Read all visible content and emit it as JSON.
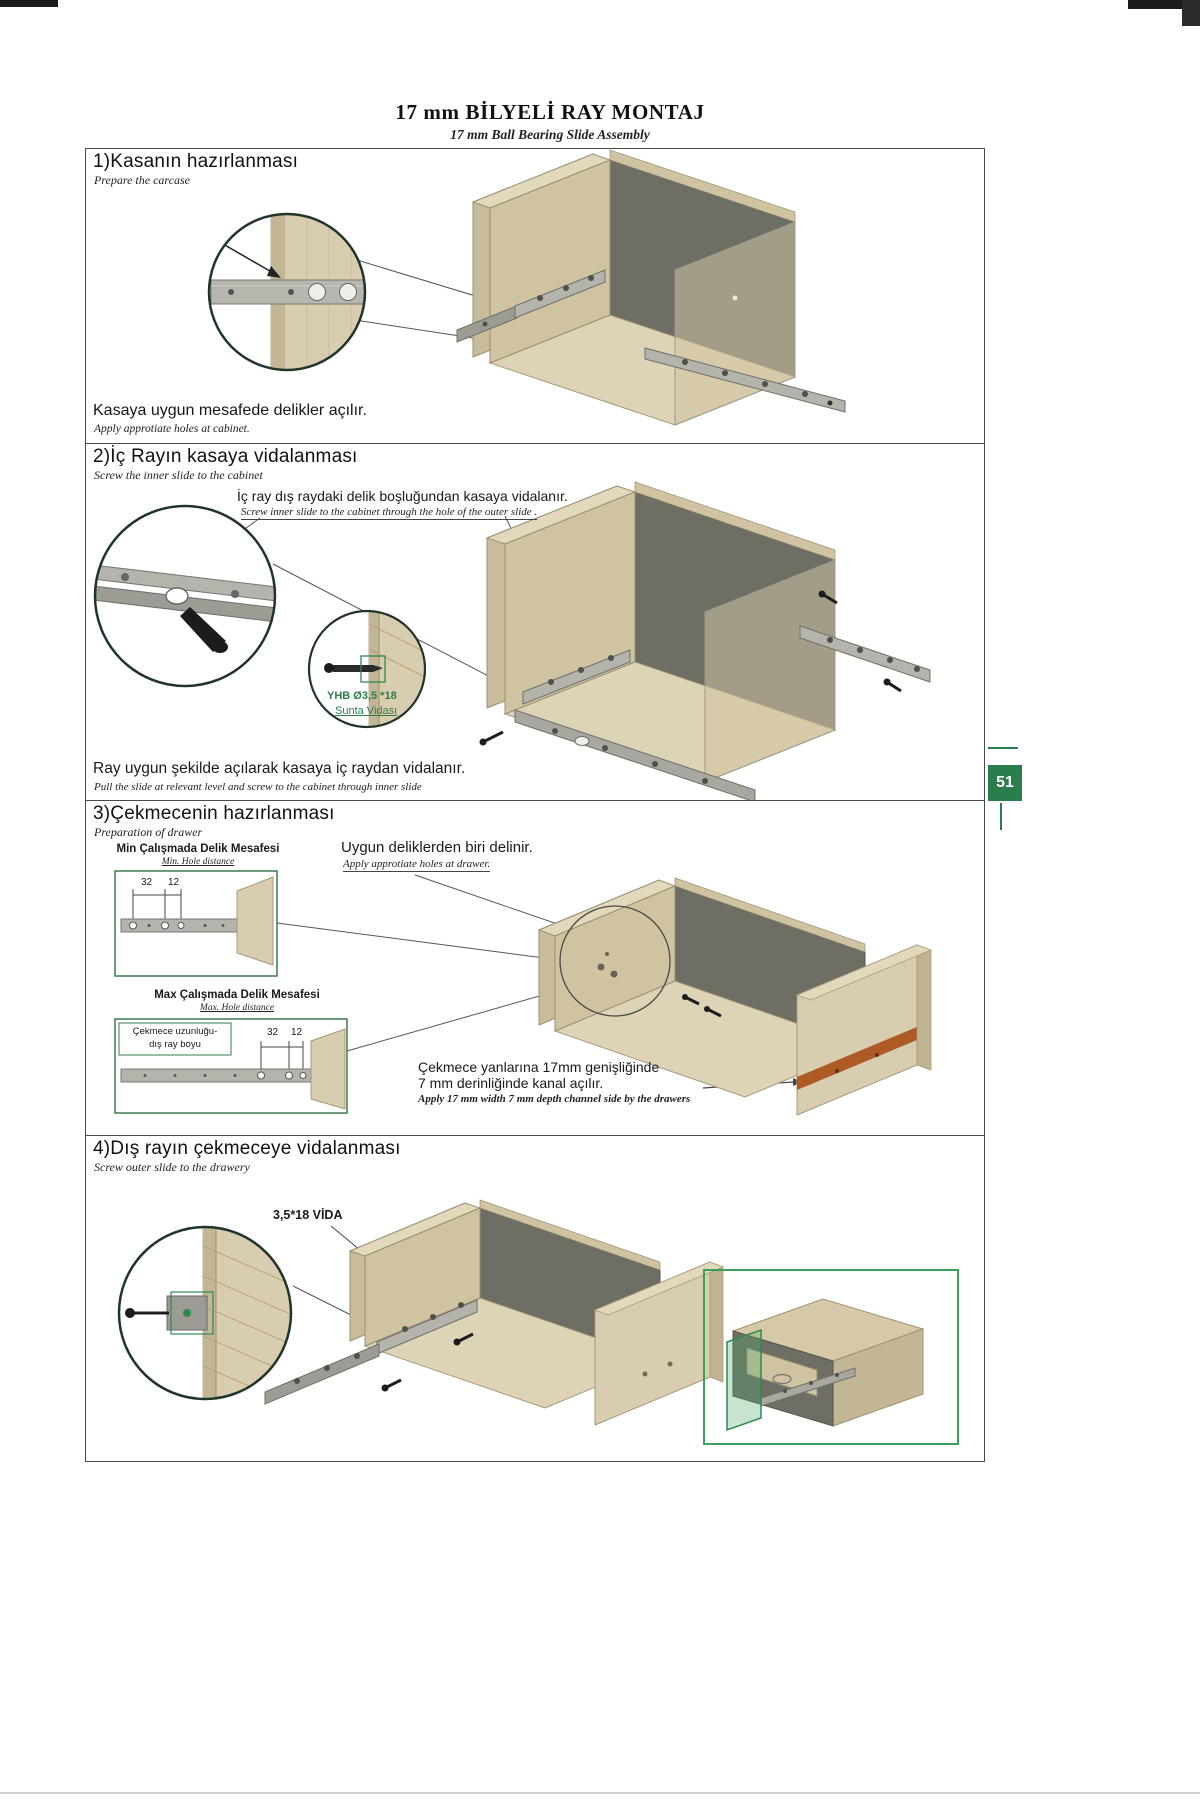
{
  "page": {
    "title": "17 mm BİLYELİ RAY MONTAJ",
    "subtitle": "17 mm Ball Bearing Slide Assembly",
    "number": "51",
    "accent_green": "#2e7d4f"
  },
  "s1": {
    "title": "1)Kasanın hazırlanması",
    "sub": "Prepare the carcase",
    "caption": "Kasaya uygun mesafede delikler açılır.",
    "caption_en": "Apply approtiate holes at cabinet."
  },
  "s2": {
    "title": "2)İç Rayın kasaya vidalanması",
    "sub": "Screw the inner slide to the cabinet",
    "note": "İç ray dış raydaki delik boşluğundan kasaya vidalanır.",
    "note_en": "Screw inner slide to the cabinet through the hole of the outer slide .",
    "screw1": "YHB Ø3,5 *18",
    "screw2": "Sunta Vidası",
    "caption": "Ray uygun şekilde açılarak kasaya iç raydan vidalanır.",
    "caption_en": "Pull the slide at relevant level and screw to the cabinet through inner slide"
  },
  "s3": {
    "title": "3)Çekmecenin hazırlanması",
    "sub": "Preparation of drawer",
    "min_label": "Min Çalışmada Delik Mesafesi",
    "min_label_en": "Min. Hole distance",
    "max_label": "Max Çalışmada Delik Mesafesi",
    "max_label_en": "Max. Hole distance",
    "dim_32": "32",
    "dim_12": "12",
    "note": "Uygun deliklerden biri delinir.",
    "note_en": "Apply approtiate holes at drawer.",
    "len1": "Çekmece uzunluğu-",
    "len2": "dış ray boyu",
    "cap1": "Çekmece yanlarına 17mm genişliğinde",
    "cap2": "7 mm derinliğinde kanal açılır.",
    "cap_en": "Apply 17 mm width 7 mm depth channel side by the drawers"
  },
  "s4": {
    "title": "4)Dış rayın çekmeceye vidalanması",
    "sub": "Screw outer slide to the drawery",
    "screw_label": "3,5*18 VİDA"
  }
}
